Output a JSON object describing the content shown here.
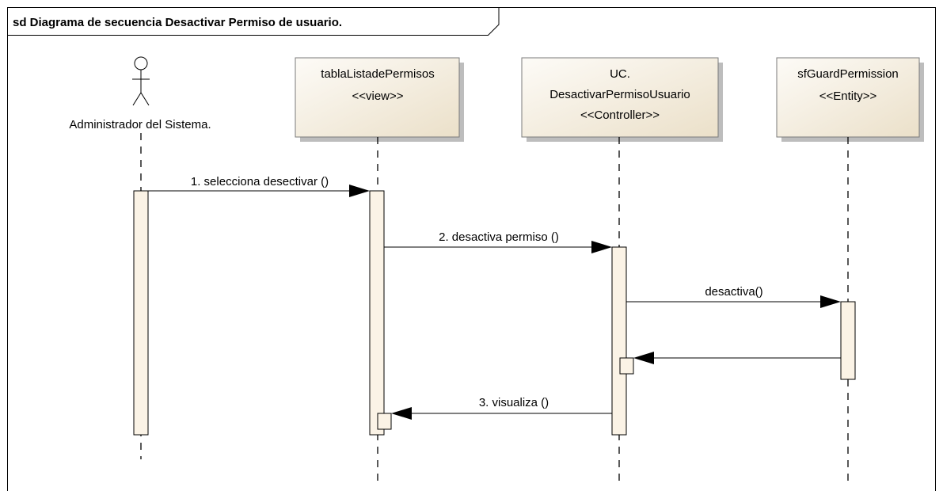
{
  "frame": {
    "title": "sd Diagrama de secuencia Desactivar Permiso de usuario."
  },
  "actor": {
    "label": "Administrador del Sistema."
  },
  "lifelines": [
    {
      "lines": [
        "tablaListadePermisos",
        "<<view>>"
      ]
    },
    {
      "lines": [
        "UC.",
        "DesactivarPermisoUsuario",
        "<<Controller>>"
      ]
    },
    {
      "lines": [
        "sfGuardPermission",
        "<<Entity>>"
      ]
    }
  ],
  "messages": [
    {
      "label": "1. selecciona desectivar ()"
    },
    {
      "label": "2. desactiva permiso ()"
    },
    {
      "label": "desactiva()"
    },
    {
      "label": ""
    },
    {
      "label": "3. visualiza ()"
    }
  ]
}
